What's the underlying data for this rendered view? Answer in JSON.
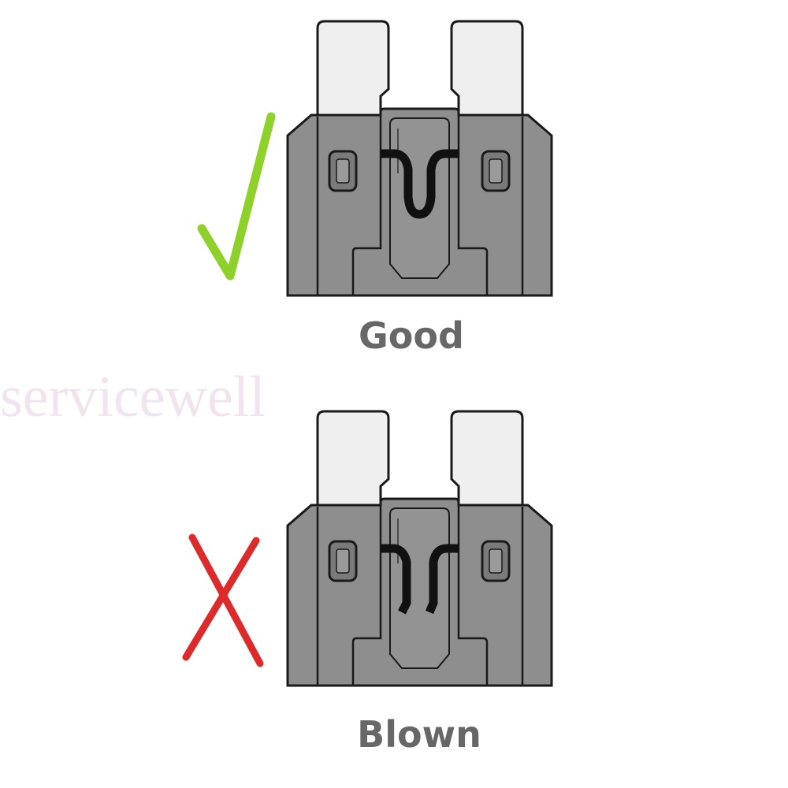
{
  "watermark": "servicewell",
  "fuses": [
    {
      "label": "Good",
      "status": "good",
      "mark": "check-mark",
      "mark_color": "#8fd12b"
    },
    {
      "label": "Blown",
      "status": "blown",
      "mark": "x-mark",
      "mark_color": "#dd2b2b"
    }
  ],
  "colors": {
    "body": "#8e8e8e",
    "blade": "#efefef",
    "outline": "#1a1a1a",
    "label": "#676767"
  }
}
